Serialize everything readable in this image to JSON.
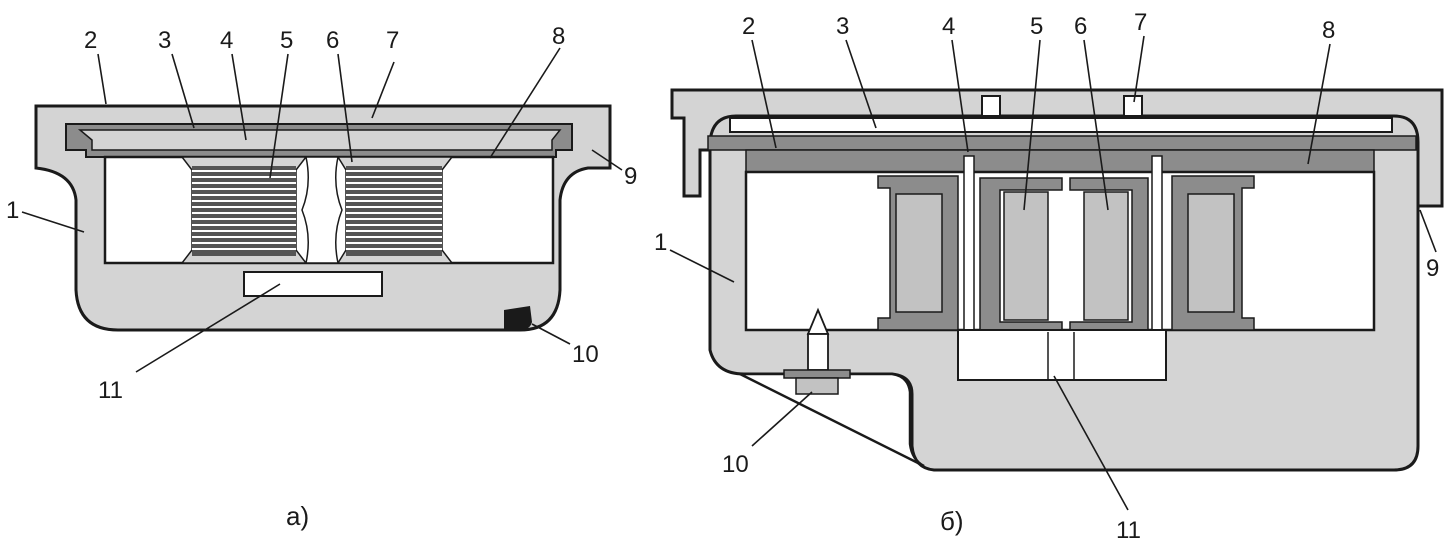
{
  "figure_a": {
    "caption": "а)",
    "labels": [
      "1",
      "2",
      "3",
      "4",
      "5",
      "6",
      "7",
      "8",
      "9",
      "10",
      "11"
    ]
  },
  "figure_b": {
    "caption": "б)",
    "labels": [
      "1",
      "2",
      "3",
      "4",
      "5",
      "6",
      "7",
      "8",
      "9",
      "10",
      "11"
    ]
  },
  "colors": {
    "outline": "#1a1a1a",
    "body_fill": "#d4d4d4",
    "dark_fill": "#8c8c8c",
    "cavity_fill": "#ffffff"
  }
}
